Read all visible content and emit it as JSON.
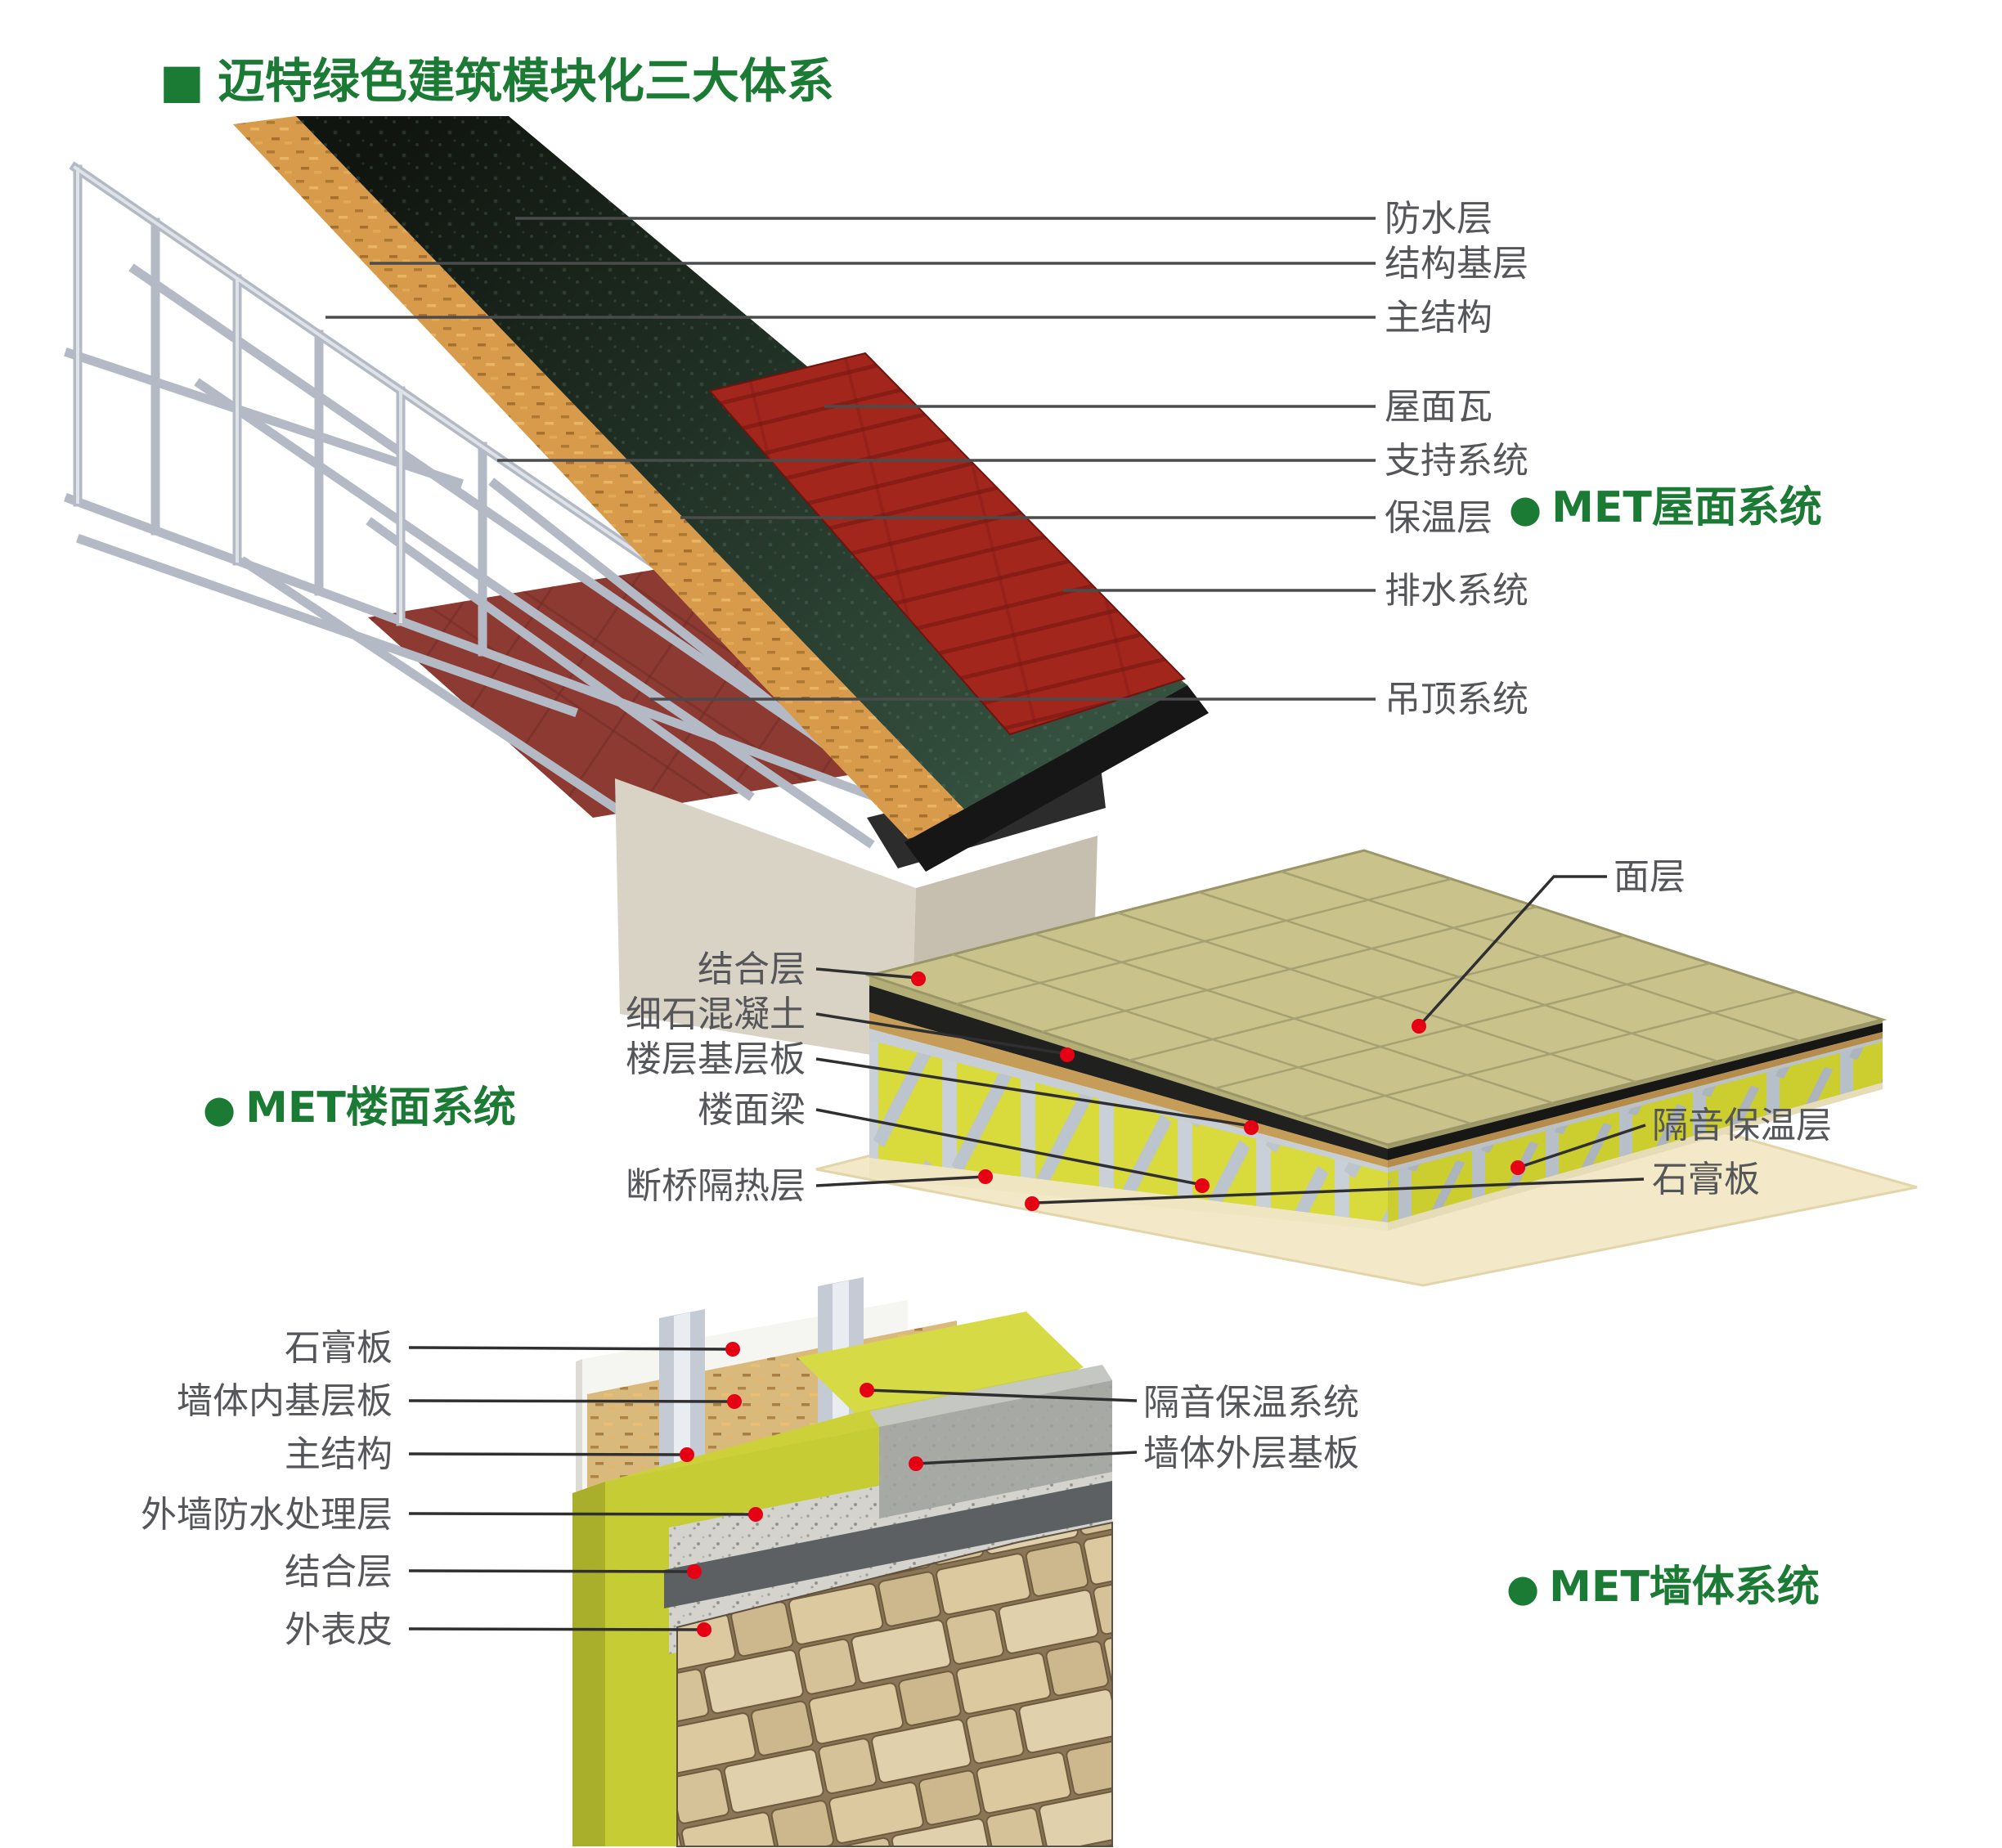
{
  "title": {
    "bullet": "■",
    "text": "迈特绿色建筑模块化三大体系"
  },
  "colors": {
    "accent_green": "#1b7b35",
    "label_gray": "#55565a",
    "leader_line": "#4a4b4d",
    "marker_red": "#e60014",
    "roof_tile_red": "#a3261d",
    "membrane_dark": "#1c2a20",
    "osb_orange": "#d89a4b",
    "insulation_yellow": "#d9da3b"
  },
  "roof": {
    "system": {
      "bullet": "●",
      "label": "MET屋面系统"
    },
    "labels": [
      {
        "text": "防水层"
      },
      {
        "text": "结构基层"
      },
      {
        "text": "主结构"
      },
      {
        "text": "屋面瓦"
      },
      {
        "text": "支持系统"
      },
      {
        "text": "保温层"
      },
      {
        "text": "排水系统"
      },
      {
        "text": "吊顶系统"
      }
    ]
  },
  "floor": {
    "system": {
      "bullet": "●",
      "label": "MET楼面系统"
    },
    "left_labels": [
      {
        "text": "结合层"
      },
      {
        "text": "细石混凝土"
      },
      {
        "text": "楼层基层板"
      },
      {
        "text": "楼面梁"
      },
      {
        "text": "断桥隔热层"
      }
    ],
    "right_labels": [
      {
        "text": "面层"
      },
      {
        "text": "隔音保温层"
      },
      {
        "text": "石膏板"
      }
    ]
  },
  "wall": {
    "system": {
      "bullet": "●",
      "label": "MET墙体系统"
    },
    "left_labels": [
      {
        "text": "石膏板"
      },
      {
        "text": "墙体内基层板"
      },
      {
        "text": "主结构"
      },
      {
        "text": "外墙防水处理层"
      },
      {
        "text": "结合层"
      },
      {
        "text": "外表皮"
      }
    ],
    "right_labels": [
      {
        "text": "隔音保温系统"
      },
      {
        "text": "墙体外层基板"
      }
    ]
  }
}
